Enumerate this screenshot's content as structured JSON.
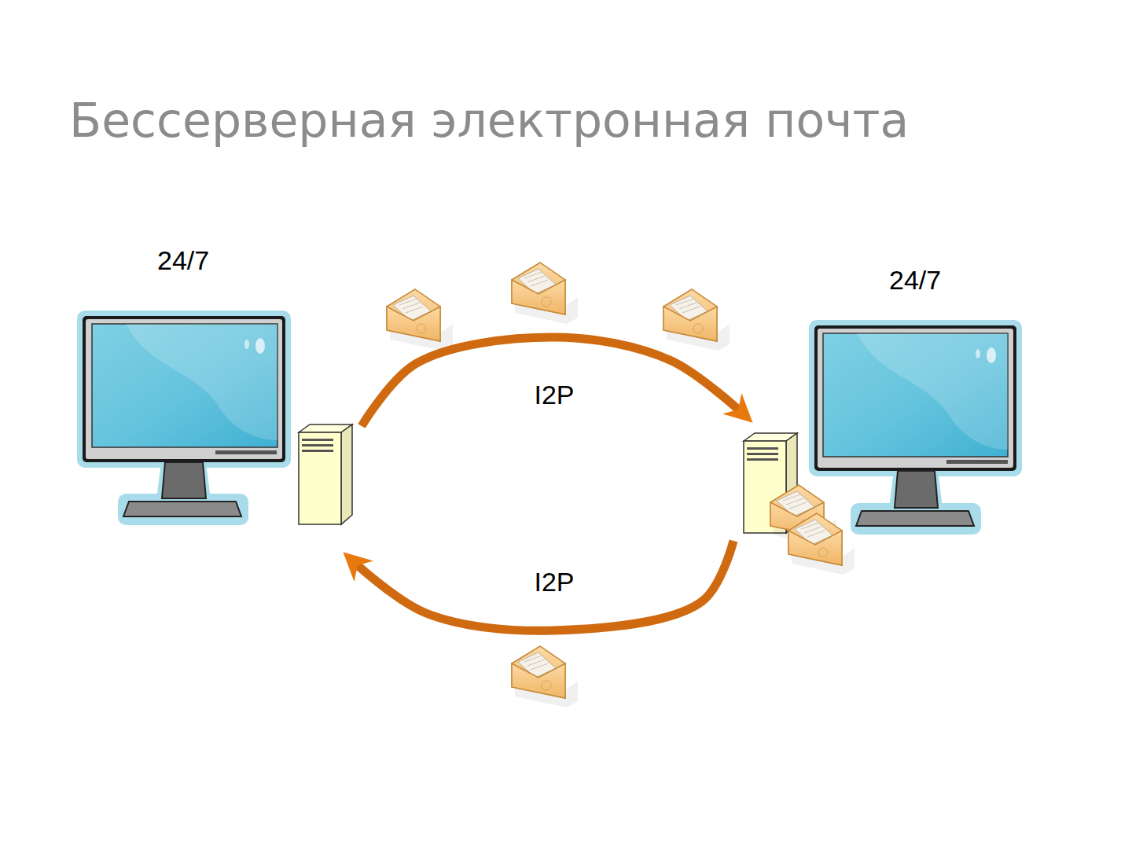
{
  "diagram": {
    "title": "Бессерверная электронная почта",
    "nodes": [
      {
        "text": [
          "24/7"
        ]
      },
      {
        "text": [
          "24/7"
        ]
      }
    ],
    "edges": [
      {
        "from": 0,
        "to": 1,
        "arrow": "to",
        "label": "I2P"
      },
      {
        "from": 1,
        "to": 0,
        "arrow": "to",
        "label": "I2P"
      }
    ]
  }
}
